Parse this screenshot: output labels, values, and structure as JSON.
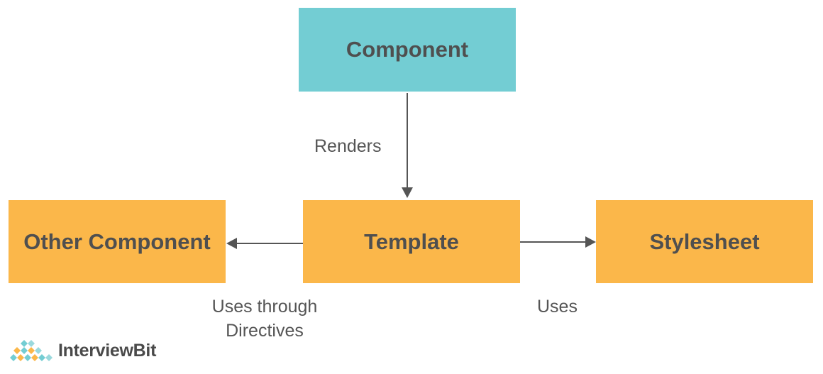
{
  "nodes": {
    "component": "Component",
    "other_component": "Other Component",
    "template": "Template",
    "stylesheet": "Stylesheet"
  },
  "edges": {
    "renders": "Renders",
    "uses_through_directives_line1": "Uses through",
    "uses_through_directives_line2": "Directives",
    "uses": "Uses"
  },
  "logo": {
    "text": "InterviewBit"
  },
  "colors": {
    "component_fill": "#73cdd3",
    "node_fill": "#fbb74a",
    "node_text": "#4f4f4f",
    "arrow": "#555555"
  }
}
